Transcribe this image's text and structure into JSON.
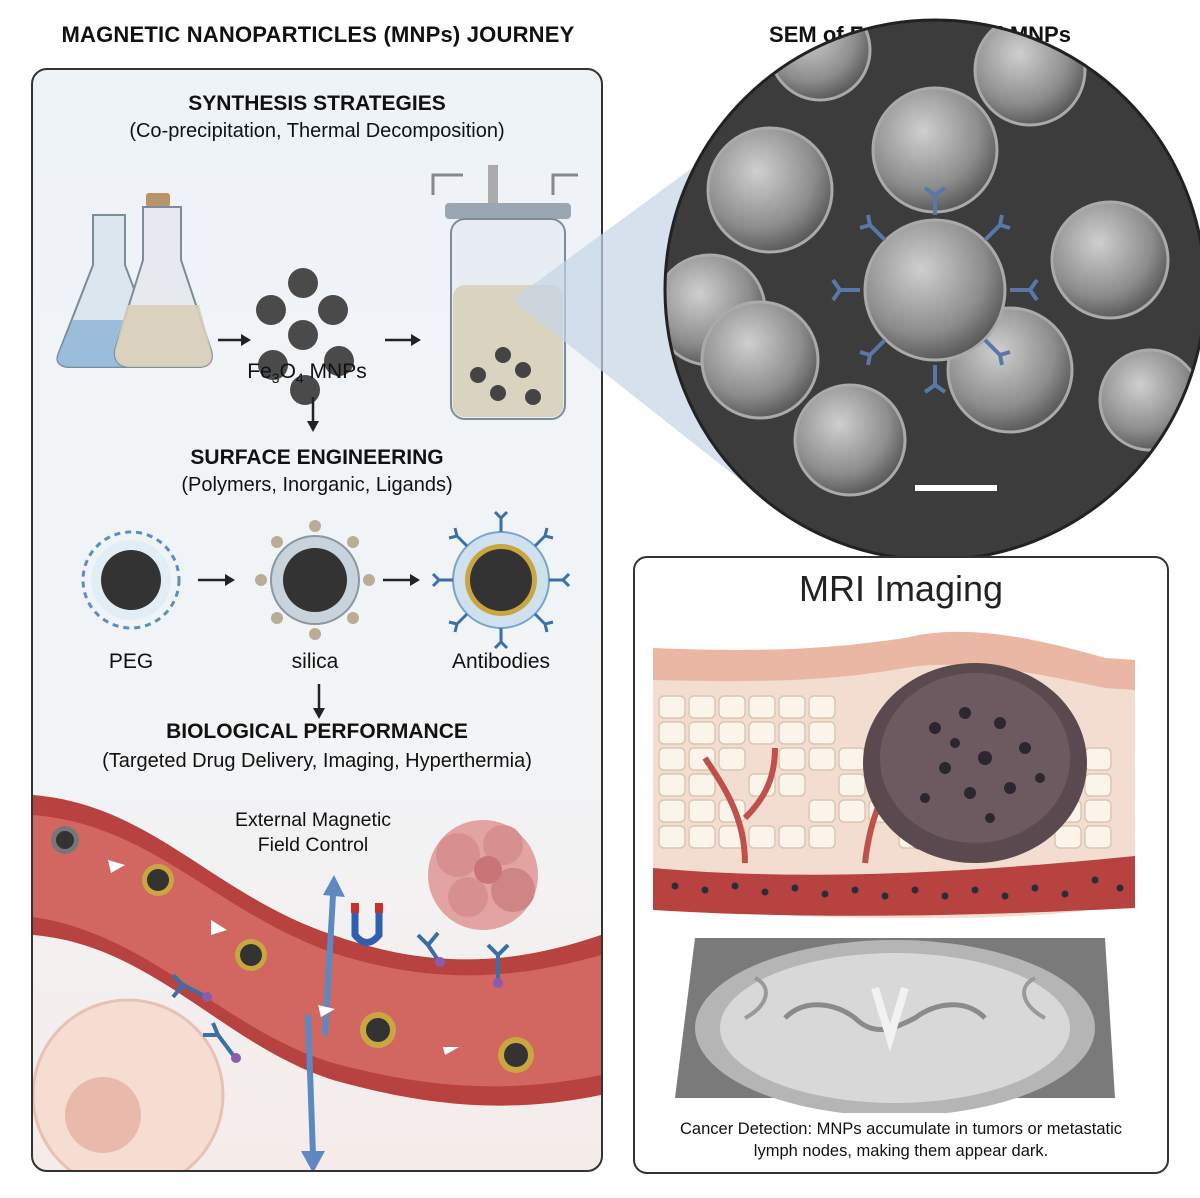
{
  "header": {
    "journey_title": "MAGNETIC NANOPARTICLES (MNPs) JOURNEY",
    "sem_title": "SEM of Functionalized MNPs"
  },
  "synthesis": {
    "title": "SYNTHESIS STRATEGIES",
    "subtitle": "(Co-precipitation, Thermal Decomposition)",
    "product_label_prefix": "Fe",
    "product_sub1": "3",
    "product_mid": "O",
    "product_sub2": "4",
    "product_suffix": " MNPs"
  },
  "surface": {
    "title": "SURFACE ENGINEERING",
    "subtitle": "(Polymers, Inorganic, Ligands)",
    "labels": [
      "PEG",
      "silica",
      "Antibodies"
    ]
  },
  "bio": {
    "title": "BIOLOGICAL PERFORMANCE",
    "subtitle": "(Targeted Drug Delivery, Imaging, Hyperthermia)",
    "field_label_line1": "External Magnetic",
    "field_label_line2": "Field Control"
  },
  "mri": {
    "title": "MRI Imaging",
    "caption_line1": "Cancer Detection: MNPs accumulate in tumors or metastatic",
    "caption_line2": "lymph nodes, making them appear dark."
  },
  "colors": {
    "vessel": "#b8423f",
    "particle": "#3a3a3a",
    "antibody": "#3b6fa8",
    "gold_shell": "#c9a640",
    "tumor": "#5a4a4f"
  }
}
